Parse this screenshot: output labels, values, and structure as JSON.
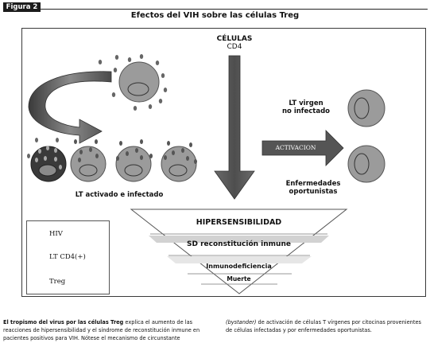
{
  "figure_label": "Figura 2",
  "title": "Efectos del VIH sobre las células Treg",
  "cd4_label_line1": "CÉLULAS",
  "cd4_label_line2": "CD4",
  "virgin_label_line1": "LT virgen",
  "virgin_label_line2": "no infectado",
  "activation_label": "ACTIVACION",
  "opportunistic_line1": "Enfermedades",
  "opportunistic_line2": "oportunistas",
  "infected_label": "LT activado e infectado",
  "triangle": {
    "level1": "HIPERSENSIBILIDAD",
    "level2": "SD reconstitución inmune",
    "level3": "Inmunodeficiencia",
    "level4": "Muerte"
  },
  "legend": {
    "hiv": "HIV",
    "lt": "LT CD4(+)",
    "treg": "Treg"
  },
  "caption": {
    "left_bold": "El tropismo del virus por las células Treg",
    "left_rest": " explica el aumento de las reacciones de hipersensibilidad y el síndrome de reconstitución inmune en pacientes positivos para VIH. Nótese el mecanismo de circunstante",
    "right_italic": "(bystander)",
    "right_rest": " de activación de células T vírgenes por citocinas provenientes de células infectadas y por enfermedades oportunistas."
  },
  "colors": {
    "cell_fill": "#9b9b9b",
    "treg_fill": "#3a3a3a",
    "arrow_fill": "#5a5a5a",
    "triangle_l2": "#c4c4c4",
    "triangle_l3": "#e4e4e4"
  }
}
